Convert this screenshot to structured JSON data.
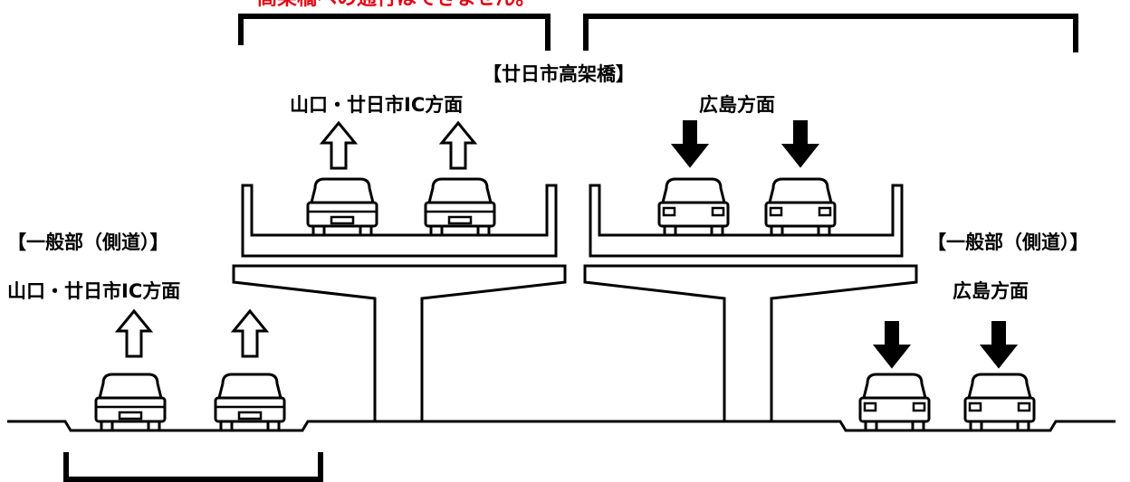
{
  "labels": {
    "top_note": "高架橋への通行はできません。",
    "viaduct_title": "【廿日市高架橋】",
    "viaduct_left_dir": "山口・廿日市IC方面",
    "viaduct_right_dir": "広島方面",
    "side_left_title": "【一般部（側道）】",
    "side_left_dir": "山口・廿日市IC方面",
    "side_right_title": "【一般部（側道）】",
    "side_right_dir": "広島方面"
  },
  "arrows": {
    "outline_up": "outline-up-arrow-icon",
    "filled_down": "filled-down-arrow-icon"
  },
  "colors": {
    "ink": "#000000",
    "warning": "#e60012",
    "background": "#ffffff"
  }
}
